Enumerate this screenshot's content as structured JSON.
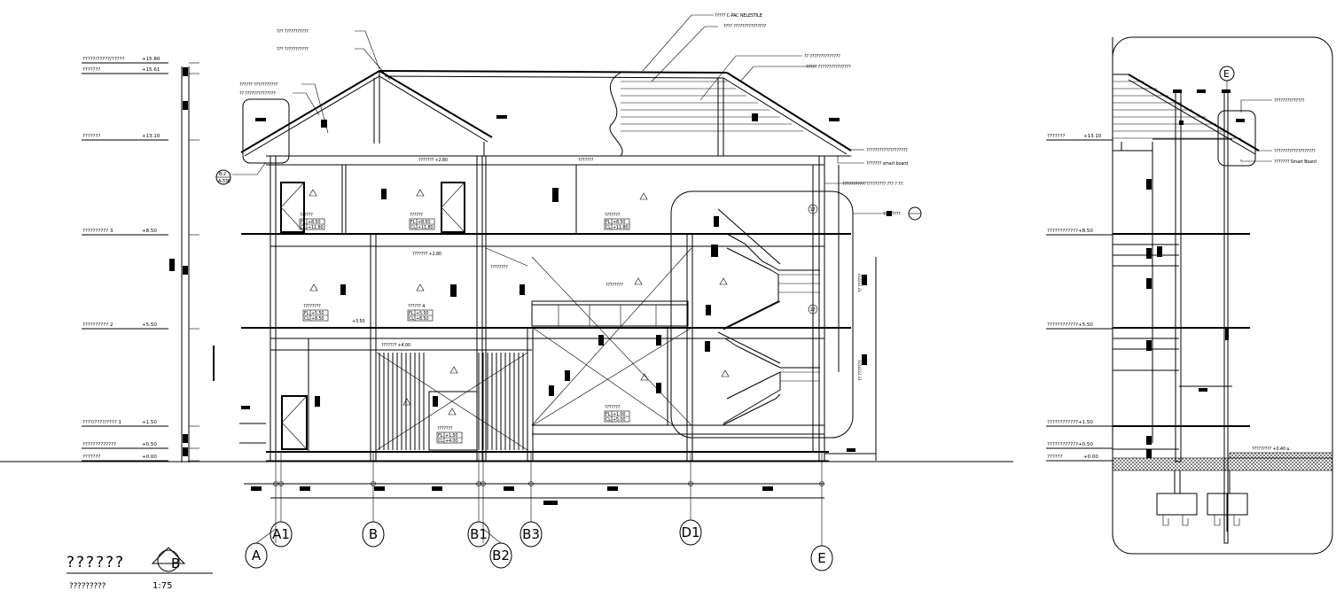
{
  "drawing": {
    "title": "??????",
    "subtitle": "?????????",
    "scale": "1:75",
    "section_marker": "B",
    "colors": {
      "ink": "#000000",
      "paper": "#ffffff"
    }
  },
  "levels_left": [
    {
      "name": "?????/?????/?????",
      "value": "+15.80"
    },
    {
      "name": "???????",
      "value": "+15.61"
    },
    {
      "name": "???????",
      "value": "+13.10"
    },
    {
      "name": "?????????? 3",
      "value": "+8.50"
    },
    {
      "name": "?????????? 2",
      "value": "+5.50"
    },
    {
      "name": "????/????/???? 1",
      "value": "+1.50"
    },
    {
      "name": "?????????????",
      "value": "+0.50"
    },
    {
      "name": "???????",
      "value": "+0.00"
    }
  ],
  "roof_notes": [
    {
      "text": "????? C-PAC NELESTILE"
    },
    {
      "text": "???? ???????????????"
    },
    {
      "text": "?? ??????????????"
    },
    {
      "text": "?????  ???????????????"
    },
    {
      "text": "??? ???????????"
    },
    {
      "text": "??? ???????????"
    },
    {
      "text": "?????? ???????????"
    },
    {
      "text": "?? ??????????????"
    }
  ],
  "right_notes": [
    {
      "text": "???????????????????"
    },
    {
      "text": "??????? smart board"
    },
    {
      "text": "???????????????????? ??? ? ??."
    },
    {
      "text": "????????"
    }
  ],
  "detail_tag": {
    "top": "B-2",
    "bottom": "A-336"
  },
  "rooms": [
    {
      "name": "??????",
      "fl": "+8.50",
      "cl": "+11.80"
    },
    {
      "name": "??????",
      "fl": "+8.50",
      "cl": "+11.80"
    },
    {
      "name": "???????",
      "fl": "+8.50",
      "cl": "+11.80"
    },
    {
      "name": "????????",
      "fl": "+5.50",
      "cl": "+8.50"
    },
    {
      "name": "?????? 4",
      "fl": "+5.50",
      "cl": "+8.50"
    },
    {
      "name": "???????",
      "fl": "+1.50",
      "cl": "+4.00"
    },
    {
      "name": "???????",
      "fl": "+1.00",
      "cl": "+5.00"
    }
  ],
  "ceiling_notes": [
    {
      "text": "??????? +2.80"
    },
    {
      "text": "???????"
    },
    {
      "text": "??????? +2.80"
    },
    {
      "text": "????????"
    },
    {
      "text": "??????? +4.00"
    },
    {
      "text": "+3.50"
    },
    {
      "text": "????????"
    }
  ],
  "stair_tags": [
    "17",
    "17"
  ],
  "vertical_notes": [
    "?? ??????",
    "?? ???????"
  ],
  "grid_axes": [
    "A",
    "A1",
    "B",
    "B1",
    "B2",
    "B3",
    "D1",
    "E"
  ],
  "detail_section": {
    "grid_axis": "E",
    "levels": [
      {
        "name": "???????",
        "value": "+13.10"
      },
      {
        "name": "????????????+8.50",
        "value": ""
      },
      {
        "name": "????????????+5.50",
        "value": ""
      },
      {
        "name": "????????????+1.50",
        "value": ""
      },
      {
        "name": "????????????+0.50",
        "value": ""
      },
      {
        "name": "??????",
        "value": "+0.00"
      }
    ],
    "notes": [
      {
        "text": "??????????????"
      },
      {
        "text": "???????????????????"
      },
      {
        "text": "??????? Smart Board"
      },
      {
        "text": "????????? +0.40 ม."
      }
    ]
  }
}
